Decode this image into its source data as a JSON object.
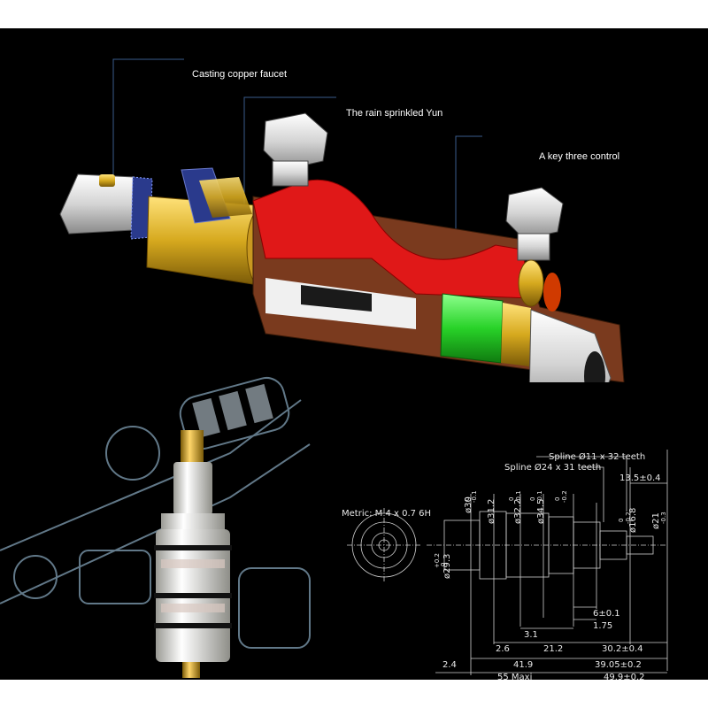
{
  "callouts": {
    "casting": "Casting copper faucet",
    "rain": "The rain sprinkled Yun",
    "key": "A key three control"
  },
  "drawing": {
    "spline_outer": "Spline Ø11 x 32 teeth",
    "spline_inner": "Spline Ø24 x 31 teeth",
    "metric": "Metric: M 4 x 0.7  6H",
    "d30": "ø30",
    "d31": "ø31.2",
    "d32": "ø32.2",
    "d34": "ø34.5",
    "d16": "ø16.8",
    "d21": "ø21",
    "d29": "ø29.3",
    "tol_0": "0",
    "tol_m01": "-0.1",
    "tol_m02": "-0.2",
    "tol_m03": "-0.3",
    "tol_p02": "+0.2",
    "l13": "13.5±0.4",
    "l6": "6±0.1",
    "l175": "1.75",
    "l31": "3.1",
    "l26": "2.6",
    "l212": "21.2",
    "l302": "30.2±0.4",
    "l24": "2.4",
    "l419": "41.9",
    "l3905": "39.05±0.2",
    "l55": "55  Maxi",
    "l499": "49.9±0.2"
  },
  "colors": {
    "background": "#000000",
    "valve_red": "#e01818",
    "valve_body": "#7a3a1e",
    "brass": "#d6a91e",
    "green_knob": "#28d228",
    "chrome": "#e6e6e6",
    "cartridge_white": "#f2f2ee"
  }
}
